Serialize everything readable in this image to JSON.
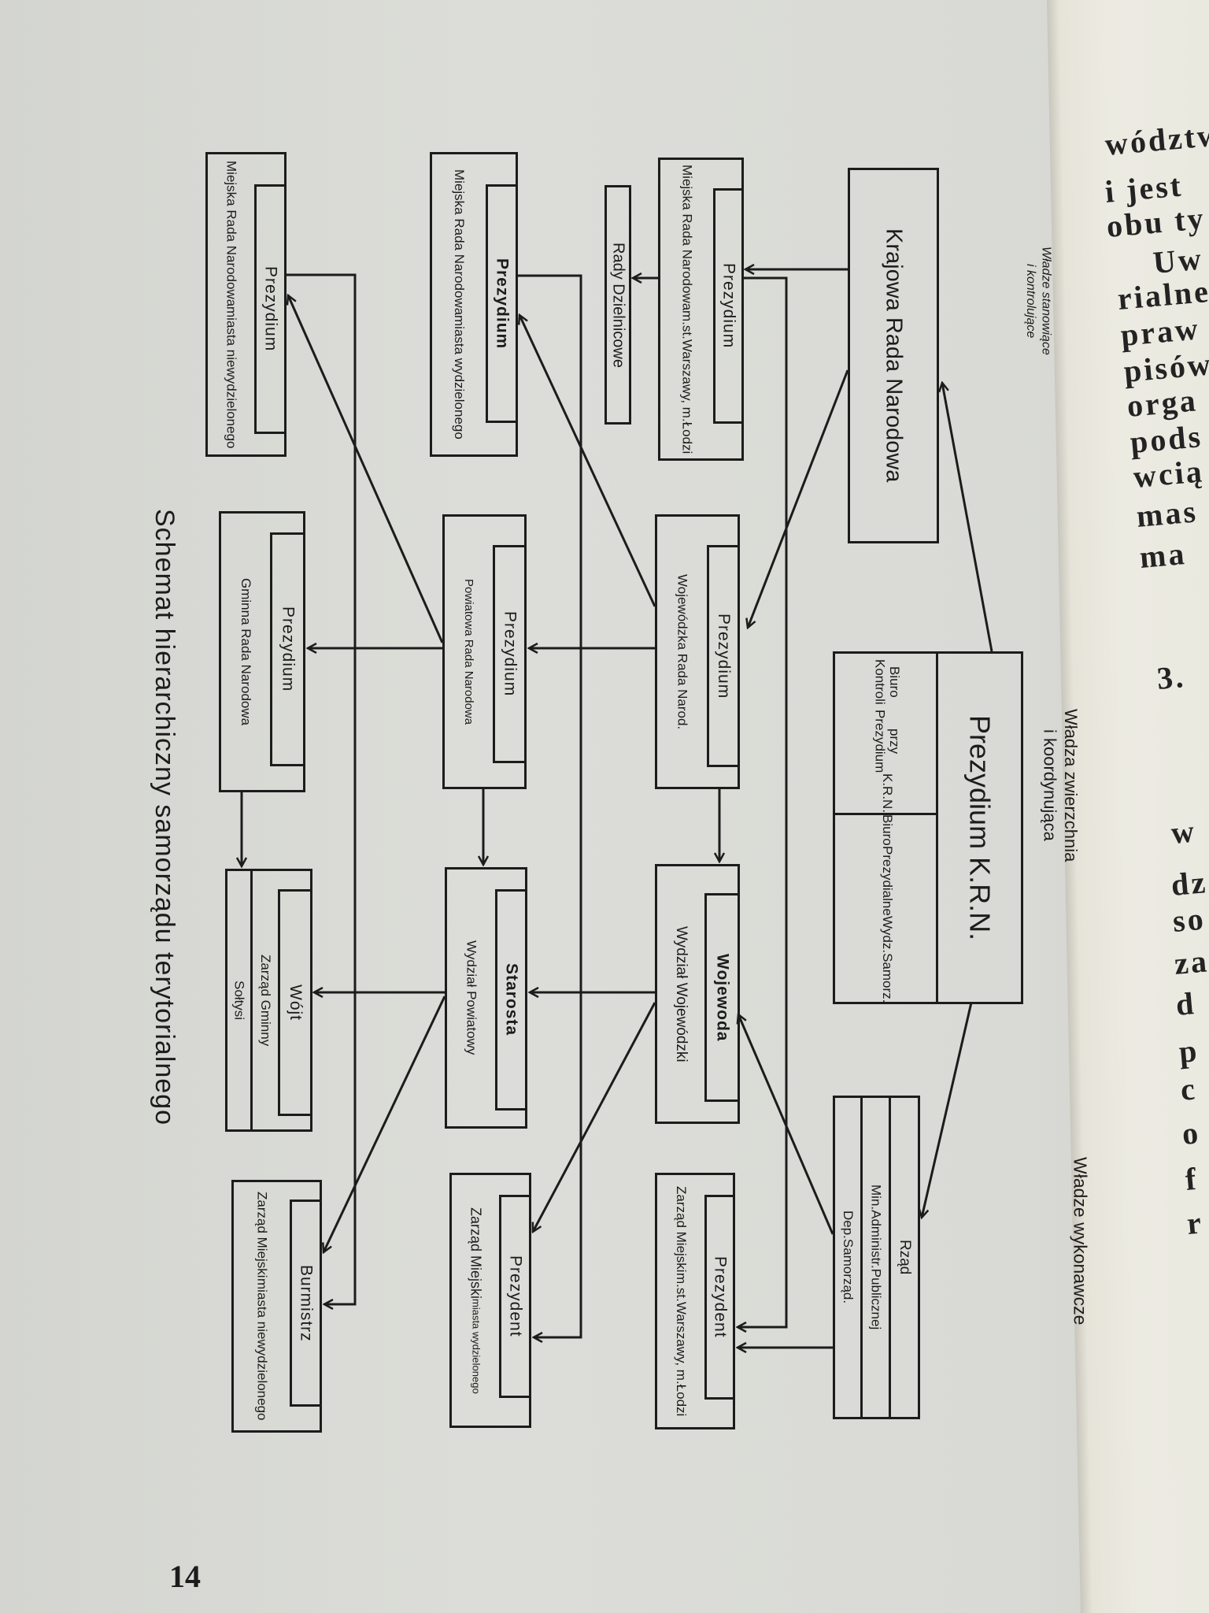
{
  "labels": {
    "legislative": [
      "Władze stanowiące",
      "i kontrolujące"
    ],
    "supreme": [
      "Władza zwierzchnia",
      "i koordynująca"
    ],
    "executive": "Władze wykonawcze"
  },
  "title": "Schemat hierarchiczny samorządu terytorialnego",
  "page_number": "14",
  "boxes": {
    "krn": "Krajowa Rada Narodowa",
    "prezydium_krn": {
      "head": "Prezydium K.R.N.",
      "biuro_kontroli": [
        "Biuro Kontroli",
        "przy Prezydium",
        "K.R.N."
      ],
      "biuro_prezydialne": [
        "Biuro",
        "Prezydialne",
        "Wydz.Samorz."
      ]
    },
    "rzad": {
      "head": "Rząd",
      "ministry": "Min.Administr.Publicznej",
      "department": "Dep.Samorząd."
    },
    "mrn_warszawa": {
      "inner": "Prezydium",
      "lines": [
        "Miejska Rada Narodowa",
        "m.st.Warszawy, m.Łodzi"
      ]
    },
    "rady_dzielnicowe": "Rady Dzielnicowe",
    "mrn_wydzielone": {
      "inner": "Prezydium",
      "lines": [
        "Miejska Rada Narodowa",
        "miasta wydzielonego"
      ]
    },
    "mrn_niewydzielone": {
      "inner": "Prezydium",
      "lines": [
        "Miejska Rada Narodowa",
        "miasta niewydzielonego"
      ]
    },
    "wrn": {
      "inner": "Prezydium",
      "lines": [
        "Wojewódzka Rada Narod."
      ]
    },
    "prn": {
      "inner": "Prezydium",
      "lines": [
        "Powiatowa Rada Narodowa"
      ]
    },
    "grn": {
      "inner": "Prezydium",
      "lines": [
        "Gminna Rada Narodowa"
      ]
    },
    "wojewoda": {
      "inner": "Wojewoda",
      "lines": [
        "Wydział Wojewódzki"
      ]
    },
    "starosta": {
      "inner": "Starosta",
      "lines": [
        "Wydział Powiatowy"
      ]
    },
    "wojt": {
      "inner": "Wójt",
      "lines": [
        "Zarząd Gminny"
      ],
      "strip": "Sołtysi"
    },
    "prezydent_warszawa": {
      "inner": "Prezydent",
      "lines": [
        "Zarząd Miejski",
        "m.st.Warszawy, m.Łodzi"
      ]
    },
    "prezydent_wydzielone": {
      "inner": "Prezydent",
      "lines": [
        "Zarząd Miejski",
        "miasta wydzielonego"
      ]
    },
    "burmistrz": {
      "inner": "Burmistrz",
      "lines": [
        "Zarząd Miejski",
        "miasta niewydzielonego"
      ]
    }
  },
  "right_page": {
    "lines": [
      "wództw",
      "i jest",
      "obu ty",
      "Uw",
      "rialne",
      "praw",
      "pisów",
      "orga",
      "pods",
      "wcią",
      "mas",
      "ma",
      "3.",
      "w",
      "dz",
      "so",
      "za",
      "d",
      "p",
      "c",
      "o",
      "f",
      "r"
    ]
  }
}
